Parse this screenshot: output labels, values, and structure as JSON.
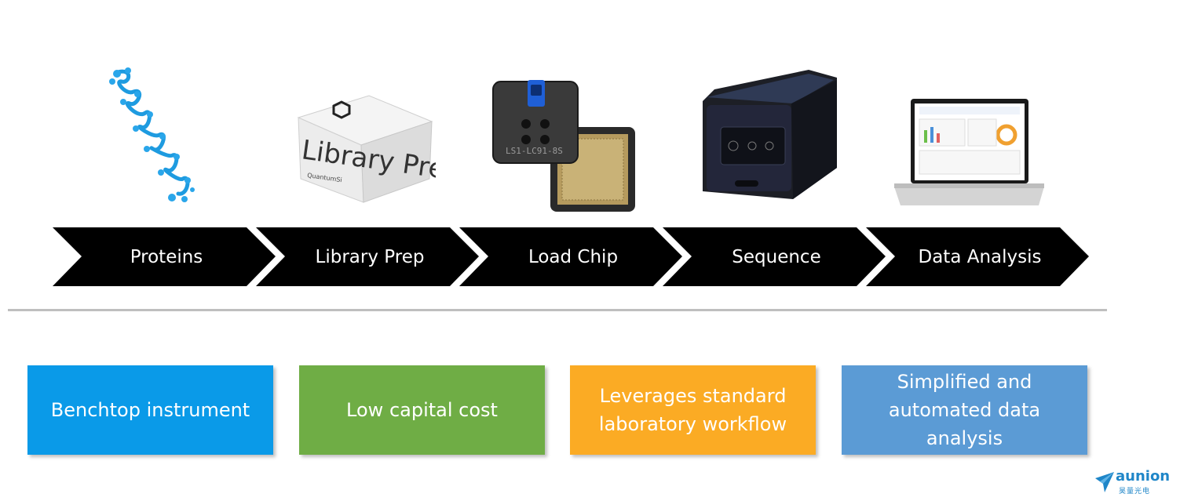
{
  "steps": [
    {
      "label": "Proteins"
    },
    {
      "label": "Library Prep"
    },
    {
      "label": "Load Chip"
    },
    {
      "label": "Sequence"
    },
    {
      "label": "Data Analysis"
    }
  ],
  "box_text": {
    "library_prep": "Library Prep",
    "quantum_si": "QuantumSi",
    "chip_serial": "LS1-LC91-8S"
  },
  "features": [
    {
      "label": "Benchtop instrument",
      "color": "#0a9ae8"
    },
    {
      "label": "Low capital cost",
      "color": "#6fad45"
    },
    {
      "label": "Leverages standard laboratory workflow",
      "color": "#fbab24"
    },
    {
      "label": "Simplified and automated data analysis",
      "color": "#5b9bd5"
    }
  ],
  "logo": {
    "name": "aunion",
    "subtitle": "昊量光电"
  },
  "colors": {
    "chevron": "#000000",
    "divider": "#bfbfbf",
    "logo": "#1f86c8"
  }
}
